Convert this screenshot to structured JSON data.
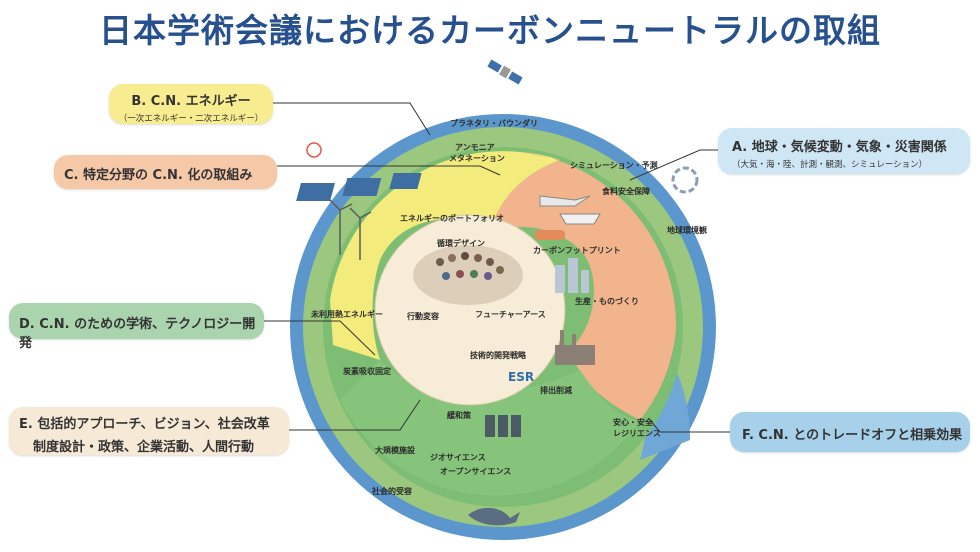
{
  "title": "日本学術会議におけるカーボンニュートラルの取組",
  "callouts": {
    "B": {
      "main": "B. C.N. エネルギー",
      "sub": "（一次エネルギー・二次エネルギー）"
    },
    "C": {
      "main": "C. 特定分野の C.N. 化の取組み"
    },
    "D": {
      "main": "D. C.N. のための学術、テクノロジー開発"
    },
    "E": {
      "line1": "E. 包括的アプローチ、ビジョン、社会改革",
      "line2": "制度設計・政策、企業活動、人間行動"
    },
    "A": {
      "main": "A. 地球・気候変動・気象・災害関係",
      "sub": "（大気・海・陸、計測・観測、シミュレーション）"
    },
    "F": {
      "main": "F. C.N. とのトレードオフと相乗効果"
    }
  },
  "labels": {
    "planetary": "プラネタリ・バウンダリ",
    "simulation": "シミュレーション・予測",
    "ammonia1": "アンモニア",
    "ammonia2": "メタネーション",
    "food": "食料安全保障",
    "portfolio": "エネルギーのポートフォリオ",
    "earthview": "地球環境観",
    "carbon": "カーボンフットプリント",
    "circular": "循環デザイン",
    "unused": "未利用熱エネルギー",
    "production": "生産・ものづくり",
    "behavior": "行動変容",
    "future": "フューチャーアース",
    "tech": "技術的開発戦略",
    "capture": "炭素吸収固定",
    "reduction": "排出削減",
    "mitigation": "緩和策",
    "safety1": "安心・安全",
    "safety2": "レジリエンス",
    "largefacility": "大規模施設",
    "geoscience": "ジオサイエンス",
    "openscience": "オープンサイエンス",
    "social": "社会的受容",
    "esr": "ESR"
  },
  "colors": {
    "title": "#27508f",
    "ocean": "#4f8fc7",
    "earth": "#8fbf72",
    "yellow": "#f2ec7c",
    "orange": "#f1b38c",
    "green": "#7cbf73",
    "center": "#f7ecd8"
  }
}
